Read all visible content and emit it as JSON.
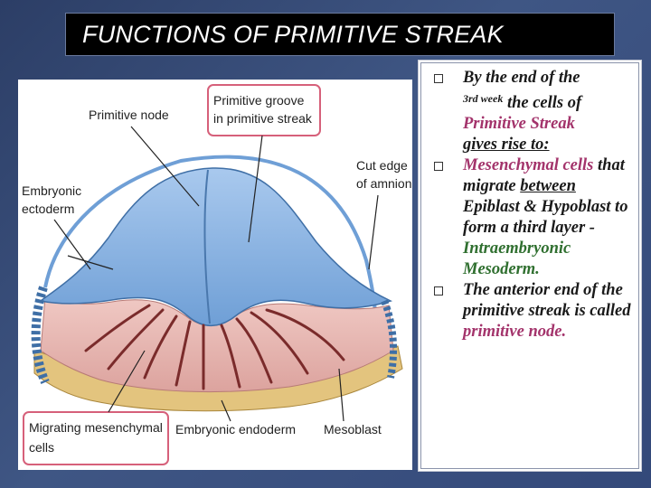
{
  "title": "FUNCTIONS OF PRIMITIVE STREAK",
  "diagram_labels": {
    "primitive_node": "Primitive node",
    "primitive_groove_line1": "Primitive groove",
    "primitive_groove_line2": "in primitive streak",
    "cut_edge_line1": "Cut edge",
    "cut_edge_line2": "of amnion",
    "embryonic_ectoderm_line1": "Embryonic",
    "embryonic_ectoderm_line2": "ectoderm",
    "migrating_line1": "Migrating mesenchymal",
    "migrating_line2": "cells",
    "embryonic_endoderm": "Embryonic endoderm",
    "mesoblast": "Mesoblast"
  },
  "bullets": {
    "b1_p1": "By the end of the",
    "b1_sup": "3rd week",
    "b1_p2": " the cells of",
    "b1_p3": "Primitive Streak",
    "b1_p4": "gives rise to:",
    "b2_p1": "Mesenchymal cells",
    "b2_p2": " that migrate ",
    "b2_p3": "between",
    "b2_p4": " Epiblast & Hypoblast to form a third layer - ",
    "b2_p5": "Intraembryonic Mesoderm.",
    "b3_p1": "The anterior end of the primitive streak is called ",
    "b3_p2": "primitive node."
  },
  "colors": {
    "ectoderm_blue": "#7aa9dc",
    "mesoderm_pink": "#e8b8b4",
    "endoderm_yellow": "#e3c47e",
    "label_box_pink": "#d6607a",
    "highlight_pink": "#a3336b",
    "highlight_green": "#2f6f2f"
  }
}
